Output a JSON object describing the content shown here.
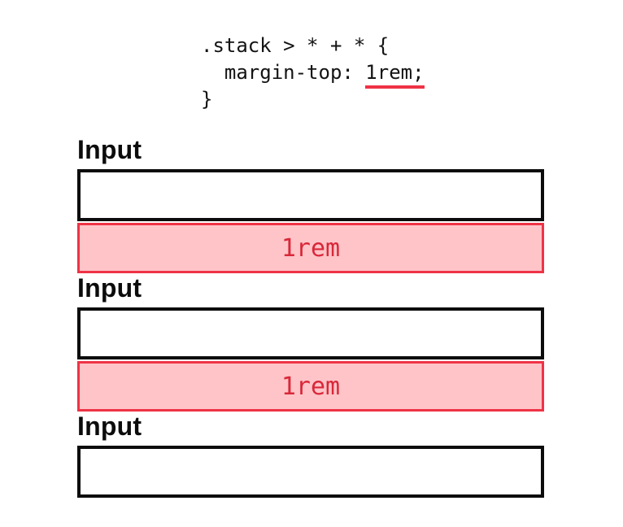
{
  "colors": {
    "accent_red": "#ef3346",
    "margin_fill_pink": "#ffc4c8",
    "margin_text_red": "#d82839",
    "ink_black": "#0c0c0c",
    "background": "#ffffff"
  },
  "code_snippet": {
    "selector_line": ".stack > * + * {",
    "declaration_prefix": "  margin-top: ",
    "declaration_value": "1rem",
    "declaration_terminator": ";",
    "closing_brace": "}"
  },
  "stack_diagram": {
    "items": [
      {
        "label": "Input",
        "margin_below": "1rem"
      },
      {
        "label": "Input",
        "margin_below": "1rem"
      },
      {
        "label": "Input",
        "margin_below": null
      }
    ]
  }
}
